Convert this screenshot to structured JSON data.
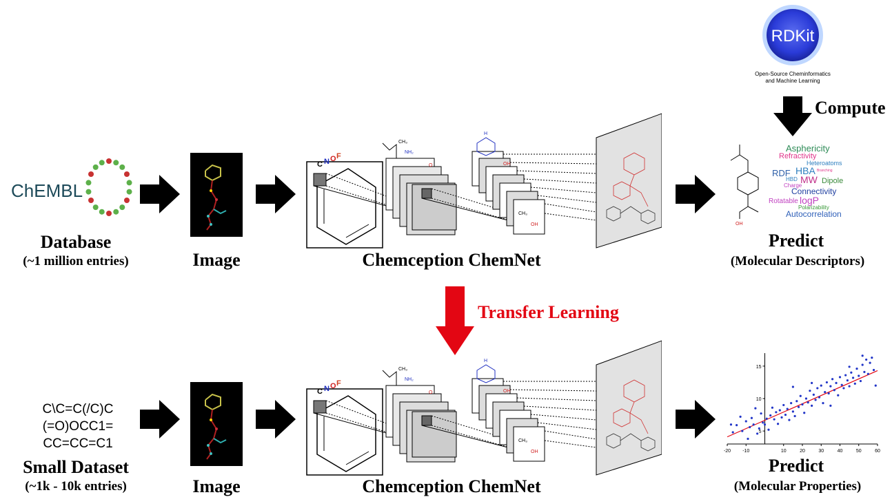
{
  "top_row": {
    "database_logo_text": "ChEMBL",
    "database_label": "Database",
    "database_sublabel": "(~1 million entries)",
    "image_label": "Image",
    "network_label": "Chemception ChemNet",
    "predict_label": "Predict",
    "predict_sublabel": "(Molecular Descriptors)"
  },
  "rdkit": {
    "logo_text": "RDKit",
    "tagline_line1": "Open-Source Cheminformatics",
    "tagline_line2": "and Machine Learning",
    "compute_label": "Compute"
  },
  "transfer": {
    "label": "Transfer Learning",
    "color": "#e30613"
  },
  "bottom_row": {
    "smiles_lines": [
      "C\\C=C(/C)C",
      "(=O)OCC1=",
      "CC=CC=C1"
    ],
    "dataset_label": "Small Dataset",
    "dataset_sublabel": "(~1k - 10k entries)",
    "image_label": "Image",
    "network_label": "Chemception ChemNet",
    "predict_label": "Predict",
    "predict_sublabel": "(Molecular Properties)"
  },
  "atom_labels": [
    "C",
    "N",
    "O",
    "F"
  ],
  "feature_labels": {
    "nh2": "NH₂",
    "ch3": "CH₃",
    "oh": "OH",
    "h": "H",
    "o": "O"
  },
  "descriptor_cloud": [
    {
      "text": "Asphericity",
      "color": "#2e8b57"
    },
    {
      "text": "Refractivity",
      "color": "#e0358a"
    },
    {
      "text": "Heteroatoms",
      "color": "#2e7fbf"
    },
    {
      "text": "RDF",
      "color": "#2e5fa8"
    },
    {
      "text": "HBA",
      "color": "#2e7fbf"
    },
    {
      "text": "Branching",
      "color": "#e0358a"
    },
    {
      "text": "HBD",
      "color": "#2e7fbf"
    },
    {
      "text": "MW",
      "color": "#c0308a"
    },
    {
      "text": "Dipole",
      "color": "#3a8a3a"
    },
    {
      "text": "Charge",
      "color": "#c040c0"
    },
    {
      "text": "Connectivity",
      "color": "#1f3fa0"
    },
    {
      "text": "Rotatable",
      "color": "#c040c0"
    },
    {
      "text": "logP",
      "color": "#c040c0"
    },
    {
      "text": "Polarizability",
      "color": "#3a9a3a"
    },
    {
      "text": "Autocorrelation",
      "color": "#2e5fb8"
    }
  ],
  "chart_data": {
    "type": "scatter",
    "xticks": [
      "-20",
      "-10",
      "10",
      "20",
      "30",
      "40",
      "50",
      "60"
    ],
    "yticks": [
      "15",
      "10",
      "5"
    ],
    "xlim": [
      -20,
      60
    ],
    "ylim": [
      3,
      17
    ],
    "fit_line": {
      "x": [
        -20,
        60
      ],
      "y": [
        4.1,
        14.3
      ],
      "color": "#e30613"
    },
    "point_color": "#2236c8",
    "points": [
      [
        -18,
        6.0
      ],
      [
        -17,
        4.8
      ],
      [
        -15,
        5.9
      ],
      [
        -13,
        7.2
      ],
      [
        -12,
        5.0
      ],
      [
        -10,
        6.5
      ],
      [
        -9,
        3.8
      ],
      [
        -8,
        5.6
      ],
      [
        -7,
        7.0
      ],
      [
        -6,
        6.0
      ],
      [
        -5,
        8.5
      ],
      [
        -3,
        5.4
      ],
      [
        -2,
        7.7
      ],
      [
        -1,
        6.3
      ],
      [
        1,
        6.9
      ],
      [
        2,
        5.2
      ],
      [
        3,
        7.4
      ],
      [
        4,
        8.6
      ],
      [
        5,
        6.8
      ],
      [
        6,
        7.9
      ],
      [
        7,
        6.1
      ],
      [
        8,
        8.2
      ],
      [
        9,
        7.1
      ],
      [
        10,
        9.0
      ],
      [
        11,
        7.5
      ],
      [
        12,
        8.4
      ],
      [
        13,
        6.7
      ],
      [
        14,
        9.3
      ],
      [
        15,
        8.0
      ],
      [
        16,
        7.3
      ],
      [
        17,
        9.6
      ],
      [
        18,
        8.7
      ],
      [
        19,
        10.4
      ],
      [
        20,
        9.1
      ],
      [
        21,
        7.8
      ],
      [
        22,
        10.0
      ],
      [
        23,
        9.4
      ],
      [
        24,
        11.2
      ],
      [
        25,
        8.9
      ],
      [
        26,
        10.6
      ],
      [
        27,
        9.8
      ],
      [
        28,
        11.6
      ],
      [
        29,
        10.2
      ],
      [
        30,
        12.0
      ],
      [
        31,
        9.3
      ],
      [
        32,
        11.0
      ],
      [
        33,
        12.5
      ],
      [
        34,
        10.8
      ],
      [
        35,
        11.9
      ],
      [
        36,
        13.0
      ],
      [
        37,
        11.3
      ],
      [
        38,
        12.4
      ],
      [
        39,
        10.5
      ],
      [
        40,
        13.3
      ],
      [
        41,
        12.1
      ],
      [
        42,
        11.6
      ],
      [
        43,
        13.6
      ],
      [
        44,
        12.8
      ],
      [
        45,
        11.9
      ],
      [
        46,
        14.0
      ],
      [
        47,
        13.2
      ],
      [
        48,
        12.3
      ],
      [
        49,
        14.6
      ],
      [
        50,
        13.5
      ],
      [
        51,
        12.7
      ],
      [
        52,
        15.2
      ],
      [
        53,
        14.1
      ],
      [
        54,
        16.0
      ],
      [
        55,
        13.8
      ],
      [
        56,
        15.5
      ],
      [
        57,
        16.3
      ],
      [
        58,
        14.4
      ],
      [
        59,
        12.0
      ],
      [
        -4,
        4.6
      ],
      [
        0,
        6.0
      ],
      [
        15,
        11.8
      ],
      [
        25,
        12.4
      ],
      [
        35,
        8.9
      ],
      [
        45,
        14.9
      ],
      [
        52,
        16.6
      ]
    ]
  }
}
